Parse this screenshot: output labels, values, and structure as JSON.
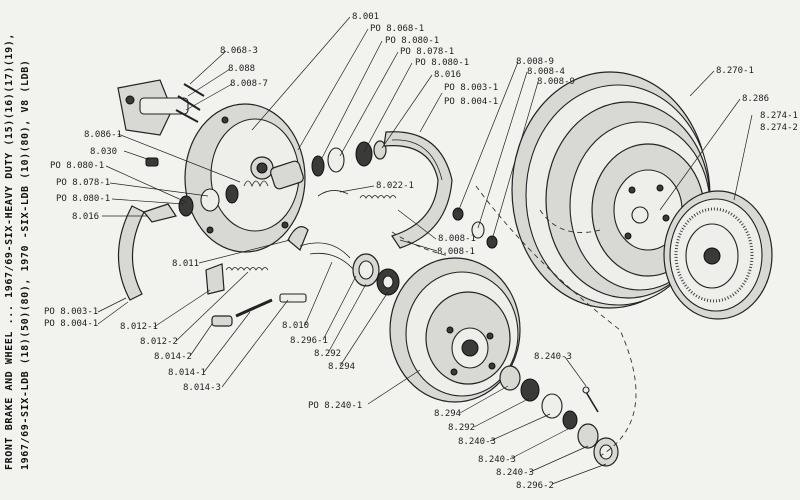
{
  "title": {
    "line1": "FRONT BRAKE AND WHEEL ... 1967/69-SIX-HEAVY DUTY (15)(16)(17)(19),",
    "line2": "1967/69-SIX-LDB (18)(50)(80), 1970 -SIX-LDB (10)(80), V8 (LDB)"
  },
  "labels": {
    "p8001": "8.001",
    "p8068_1": "PO 8.068-1",
    "p8080_1a": "PO 8.080-1",
    "p8078_1a": "PO 8.078-1",
    "p8080_1b": "PO 8.080-1",
    "p8016a": "8.016",
    "p8003_1a": "PO 8.003-1",
    "p8004_1a": "PO 8.004-1",
    "p8008_9a": "8.008-9",
    "p8008_4": "8.008-4",
    "p8008_9b": "8.008-9",
    "p8270_1": "8.270-1",
    "p8286": "8.286",
    "p8274_1": "8.274-1",
    "p8274_2": "8.274-2",
    "p8068_3": "8.068-3",
    "p8088": "8.088",
    "p8008_7": "8.008-7",
    "p8086_1": "8.086-1",
    "p8030": "8.030",
    "p8080_1c": "PO 8.080-1",
    "p8078_1b": "PO 8.078-1",
    "p8080_1d": "PO 8.080-1",
    "p8016b": "8.016",
    "p8022_1": "8.022-1",
    "p8008_1a": "8.008-1",
    "p8008_1b": "8.008-1",
    "p8011": "8.011",
    "p8003_1b": "PO 8.003-1",
    "p8004_1b": "PO 8.004-1",
    "p8012_1": "8.012-1",
    "p8012_2": "8.012-2",
    "p8014_2": "8.014-2",
    "p8014_1": "8.014-1",
    "p8014_3": "8.014-3",
    "p8010": "8.010",
    "p8296_1": "8.296-1",
    "p8292a": "8.292",
    "p8294a": "8.294",
    "p8240_1": "PO 8.240-1",
    "p8294b": "8.294",
    "p8292b": "8.292",
    "p8240_3a": "8.240-3",
    "p8240_3b": "8.240-3",
    "p8240_3c": "8.240-3",
    "p8240_3d": "8.240-3",
    "p8296_2": "8.296-2"
  }
}
